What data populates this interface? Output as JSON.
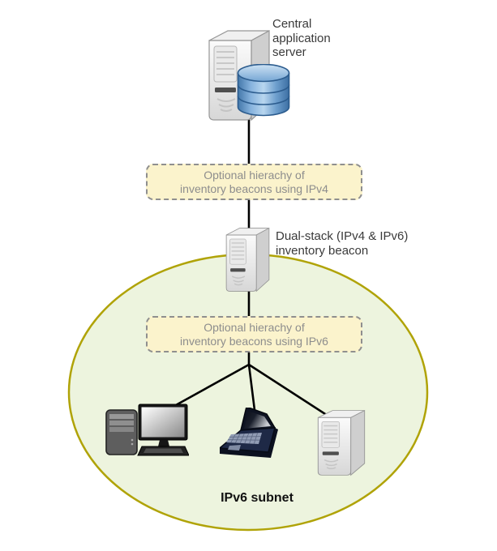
{
  "nodes": {
    "central_server": {
      "icon": "server-with-database-icon",
      "label_lines": [
        "Central",
        "application",
        "server"
      ]
    },
    "ipv4_hierarchy_box": {
      "label_lines": [
        "Optional hierachy of",
        "inventory beacons using IPv4"
      ]
    },
    "beacon": {
      "icon": "tower-server-icon",
      "label_lines": [
        "Dual-stack (IPv4 & IPv6)",
        "inventory beacon"
      ]
    },
    "ipv6_hierarchy_box": {
      "label_lines": [
        "Optional hierachy of",
        "inventory beacons using IPv6"
      ]
    },
    "subnet": {
      "label": "IPv6 subnet",
      "devices": [
        {
          "icon": "desktop-computer-icon"
        },
        {
          "icon": "laptop-icon"
        },
        {
          "icon": "tower-server-icon"
        }
      ]
    }
  },
  "colors": {
    "subnet_fill": "#edf4de",
    "subnet_border": "#b0a307",
    "hierarchy_box_fill": "#fbf3cc",
    "hierarchy_box_border": "#8f8f8f",
    "hierarchy_box_text": "#8d8d8d",
    "label_text": "#3a3a3a",
    "connector_line": "#000000",
    "database_blue": "#4478aa"
  }
}
